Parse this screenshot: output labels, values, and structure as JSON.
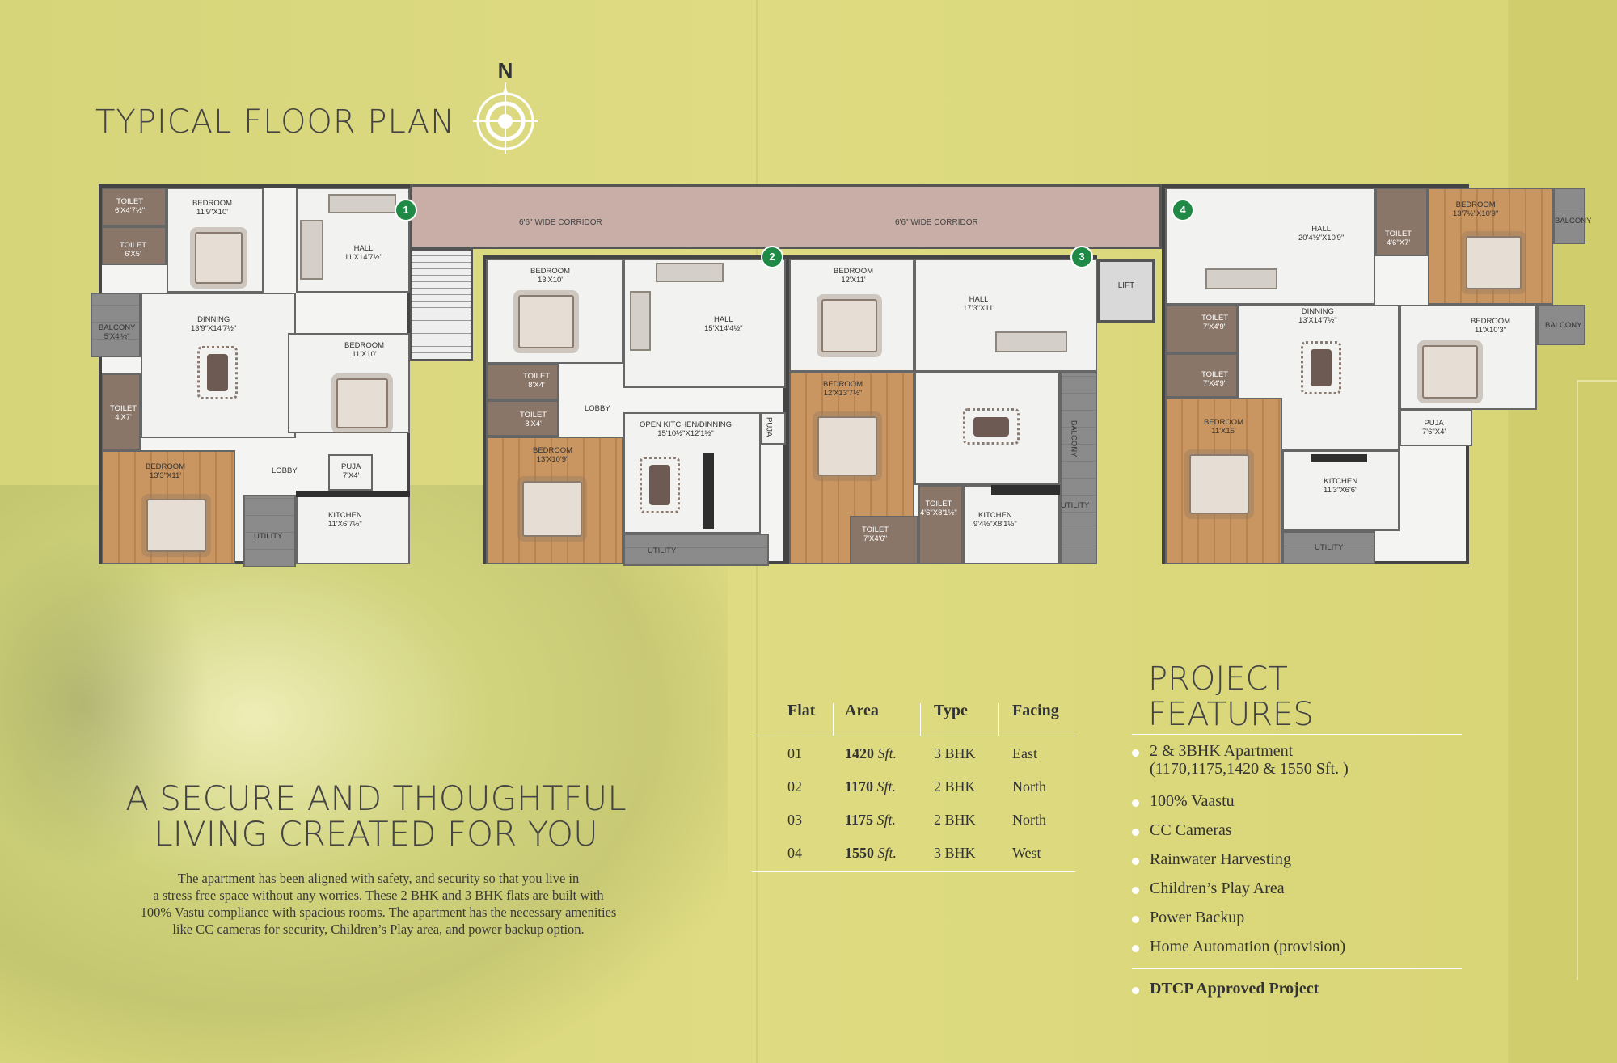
{
  "page_title": "TYPICAL FLOOR PLAN",
  "compass_letter": "N",
  "plan": {
    "corridor_labels": [
      "6'6\" WIDE CORRIDOR",
      "6'6\" WIDE CORRIDOR"
    ],
    "lift": "LIFT",
    "flat_badges": [
      "1",
      "2",
      "3",
      "4"
    ],
    "flat1": {
      "toilet_a": "TOILET\n6'X4'7½\"",
      "toilet_b": "TOILET\n6'X5'",
      "bedroom_a": "BEDROOM\n11'9\"X10'",
      "hall": "HALL\n11'X14'7½\"",
      "balcony": "BALCONY\n5'X4'½\"",
      "dinning": "DINNING\n13'9\"X14'7½\"",
      "bedroom_b": "BEDROOM\n11'X10'",
      "toilet_c": "TOILET\n4'X7'",
      "bedroom_c": "BEDROOM\n13'3\"X11'",
      "lobby": "LOBBY",
      "puja": "PUJA\n7'X4'",
      "kitchen": "KITCHEN\n11'X6'7½\"",
      "utility": "UTILITY"
    },
    "flat2": {
      "bedroom_a": "BEDROOM\n13'X10'",
      "hall": "HALL\n15'X14'4½\"",
      "toilet_a": "TOILET\n8'X4'",
      "toilet_b": "TOILET\n8'X4'",
      "lobby": "LOBBY",
      "kitchen": "OPEN KITCHEN/DINNING\n15'10½\"X12'1½\"",
      "puja": "PUJA",
      "bedroom_b": "BEDROOM\n13'X10'9\"",
      "utility": "UTILITY"
    },
    "flat3": {
      "bedroom_a": "BEDROOM\n12'X11'",
      "hall": "HALL\n17'3\"X11'",
      "bedroom_b": "BEDROOM\n12'X13'7½\"",
      "balcony": "BALCONY",
      "toilet_a": "TOILET\n4'6\"X8'1½\"",
      "toilet_b": "TOILET\n7'X4'6\"",
      "kitchen": "KITCHEN\n9'4½\"X8'1½\"",
      "utility": "UTILITY"
    },
    "flat4": {
      "hall": "HALL\n20'4½\"X10'9\"",
      "toilet_a": "TOILET\n4'6\"X7'",
      "bedroom_a": "BEDROOM\n13'7½\"X10'9\"",
      "balcony_a": "BALCONY",
      "toilet_b": "TOILET\n7'X4'9\"",
      "toilet_c": "TOILET\n7'X4'9\"",
      "dinning": "DINNING\n13'X14'7½\"",
      "bedroom_b": "BEDROOM\n11'X10'3\"",
      "balcony_b": "BALCONY",
      "puja": "PUJA\n7'6\"X4'",
      "bedroom_c": "BEDROOM\n11'X15'",
      "kitchen": "KITCHEN\n11'3\"X6'6\"",
      "utility": "UTILITY"
    }
  },
  "headline_line1": "A SECURE AND THOUGHTFUL",
  "headline_line2": "LIVING CREATED FOR YOU",
  "body": [
    "The apartment has been aligned with safety, and security so that you live in",
    "a stress free space without any worries. These 2 BHK and 3 BHK flats are built with",
    "100% Vastu compliance with spacious rooms. The apartment has the necessary amenities",
    "like CC cameras for security, Children’s Play area, and power backup option."
  ],
  "spec_table": {
    "headers": [
      "Flat",
      "Area",
      "Type",
      "Facing"
    ],
    "rows": [
      {
        "flat": "01",
        "area": "1420",
        "unit": "Sft.",
        "type": "3 BHK",
        "facing": "East"
      },
      {
        "flat": "02",
        "area": "1170",
        "unit": "Sft.",
        "type": "2 BHK",
        "facing": "North"
      },
      {
        "flat": "03",
        "area": "1175",
        "unit": "Sft.",
        "type": "2 BHK",
        "facing": "North"
      },
      {
        "flat": "04",
        "area": "1550",
        "unit": "Sft.",
        "type": "3 BHK",
        "facing": "West"
      }
    ]
  },
  "features": {
    "title_line1": "PROJECT",
    "title_line2": "FEATURES",
    "items": [
      "2 & 3BHK Apartment",
      "100% Vaastu",
      "CC Cameras",
      "Rainwater Harvesting",
      "Children’s Play Area",
      "Power Backup",
      "Home Automation (provision)"
    ],
    "item1_sub": "(1170,1175,1420 & 1550 Sft. )",
    "approval": "DTCP Approved Project"
  },
  "colors": {
    "background": "#dcd97c",
    "corridor": "#c8aea6",
    "badge": "#1f8a45",
    "text": "#444444"
  }
}
